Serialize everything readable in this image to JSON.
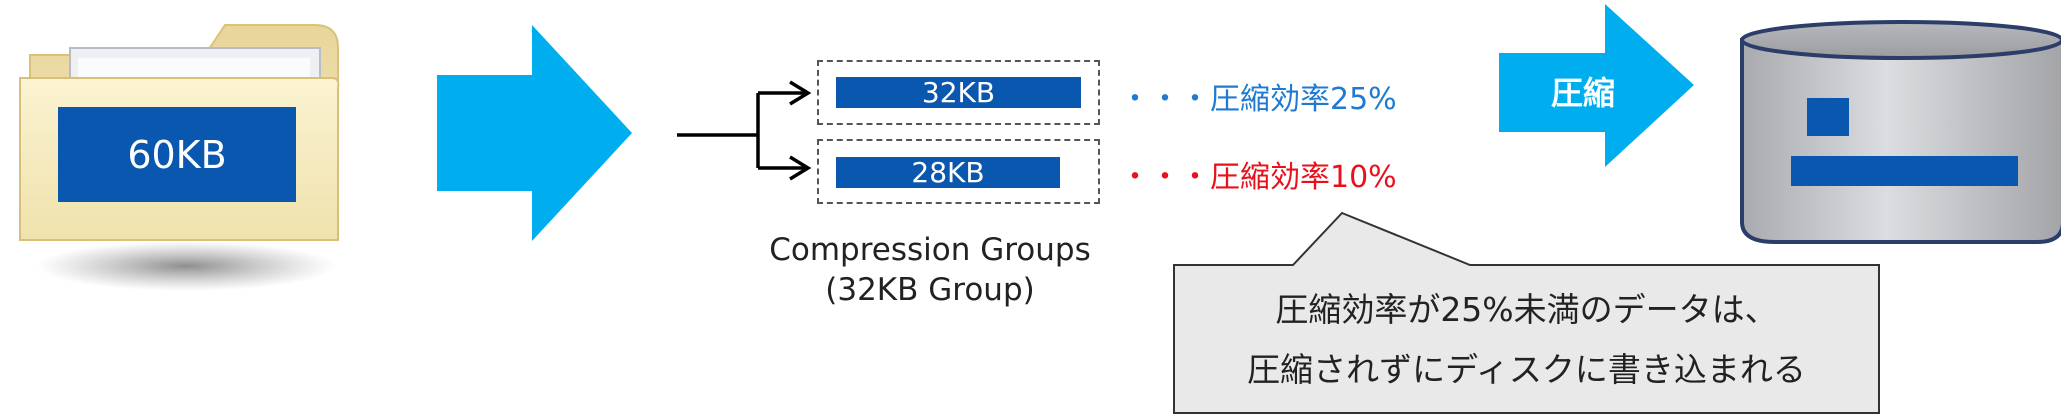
{
  "source": {
    "size_label": "60KB"
  },
  "groups": [
    {
      "size_label": "32KB",
      "rate_text": "・・・圧縮効率25%",
      "rate_color": "#1f7ad1"
    },
    {
      "size_label": "28KB",
      "rate_text": "・・・圧縮効率10%",
      "rate_color": "#e8111b"
    }
  ],
  "groups_caption": {
    "line1": "Compression Groups",
    "line2": "(32KB Group)"
  },
  "compress_arrow": {
    "label": "圧縮"
  },
  "callout": {
    "line1": "圧縮効率が25%未満のデータは、",
    "line2": "圧縮されずにディスクに書き込まれる"
  },
  "colors": {
    "arrow": "#00aeef",
    "block": "#0a57b0",
    "folder": "#f3e6b5",
    "disk": "#c8c9cc"
  },
  "icons": [
    "folder-icon",
    "disk-icon",
    "right-arrow-icon"
  ]
}
